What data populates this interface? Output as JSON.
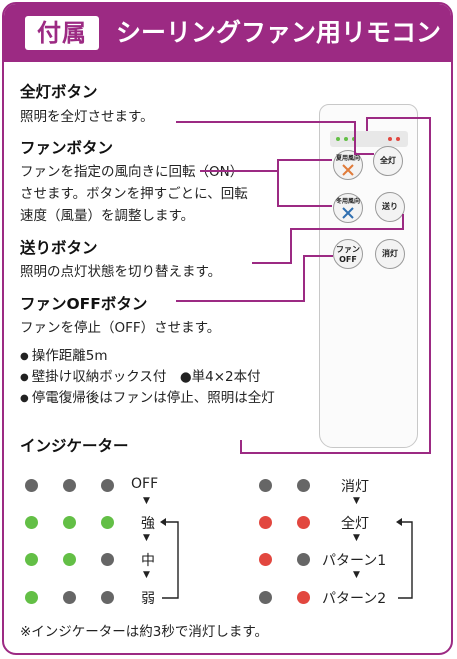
{
  "banner": {
    "tag": "付属",
    "title": "シーリングファン用リモコン"
  },
  "sections": [
    {
      "heading": "全灯ボタン",
      "desc": [
        "照明を全灯させます。"
      ]
    },
    {
      "heading": "ファンボタン",
      "desc": [
        "ファンを指定の風向きに回転（ON）",
        "させます。ボタンを押すごとに、回転",
        "速度（風量）を調整します。"
      ]
    },
    {
      "heading": "送りボタン",
      "desc": [
        "照明の点灯状態を切り替えます。"
      ]
    },
    {
      "heading": "ファンOFFボタン",
      "desc": [
        "ファンを停止（OFF）させます。"
      ]
    }
  ],
  "bullets": [
    "操作距離5m",
    "壁掛け収納ボックス付　●単4×2本付",
    "停電復帰後はファンは停止、照明は全灯"
  ],
  "remote": {
    "buttons": {
      "fan_down": {
        "sub": "夏用風向",
        "label": ""
      },
      "all_on": "全灯",
      "fan_up": {
        "sub": "冬用風向",
        "label": ""
      },
      "forward": "送り",
      "fan_off_1": "ファン",
      "fan_off_2": "OFF",
      "off": "消灯"
    }
  },
  "indicator": {
    "title": "インジケーター",
    "fan_states": [
      "OFF",
      "強",
      "中",
      "弱"
    ],
    "light_states": [
      "消灯",
      "全灯",
      "パターン1",
      "パターン2"
    ],
    "colors": {
      "off": "#666666",
      "fan_on": "#63bf46",
      "light_on": "#e2473f",
      "accent": "#9c2a83"
    }
  },
  "note": "※インジケーターは約3秒で消灯します。"
}
